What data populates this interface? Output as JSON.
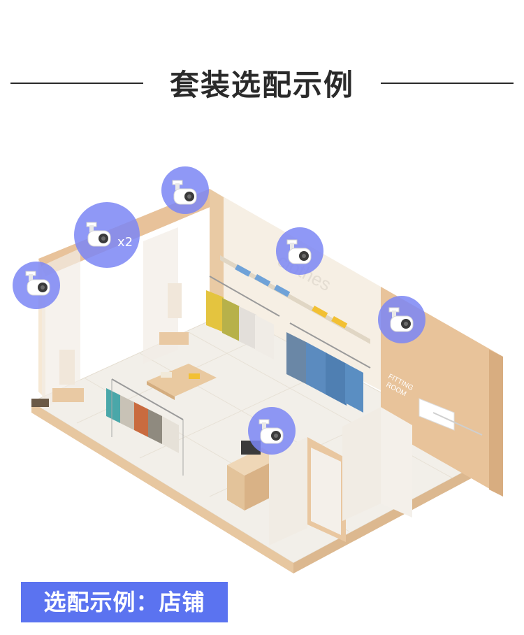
{
  "header": {
    "title": "套装选配示例"
  },
  "scene": {
    "camera_multiplier": "x2",
    "wall_sign": "clothes",
    "fitting_room_sign_line1": "FITTING",
    "fitting_room_sign_line2": "ROOM",
    "colors": {
      "wall": "#e8c9a0",
      "wall_light": "#f5ead8",
      "floor": "#f3f0ea",
      "camera_circle": "#7b86f4",
      "accent_blue": "#5b73f0"
    },
    "cameras": [
      "camera-1",
      "camera-2",
      "camera-3",
      "camera-4",
      "camera-5",
      "camera-6"
    ]
  },
  "footer": {
    "badge": "选配示例：店铺"
  }
}
